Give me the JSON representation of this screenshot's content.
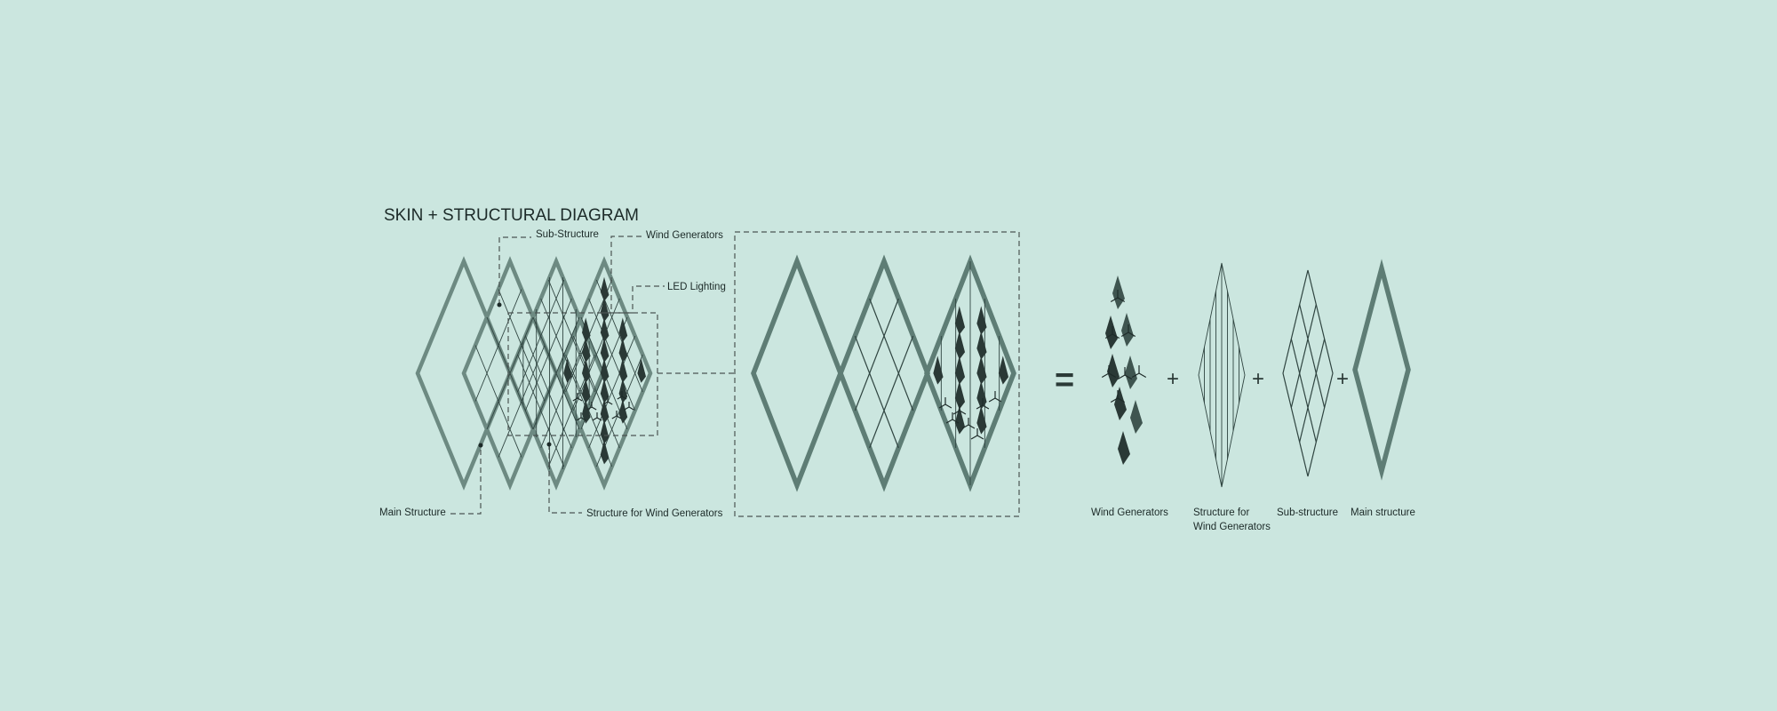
{
  "title": "SKIN + STRUCTURAL DIAGRAM",
  "labels": {
    "sub_structure": "Sub-Structure",
    "wind_generators": "Wind Generators",
    "led_lighting": "LED Lighting",
    "main_structure": "Main Structure",
    "structure_for_wind_generators": "Structure for Wind Generators"
  },
  "operators": {
    "equals": "=",
    "plus": "+"
  },
  "components": [
    {
      "label_lines": [
        "Wind Generators"
      ]
    },
    {
      "label_lines": [
        "Structure for",
        "Wind Generators"
      ]
    },
    {
      "label_lines": [
        "Sub-structure"
      ]
    },
    {
      "label_lines": [
        "Main structure"
      ]
    }
  ],
  "colors": {
    "background": "#cbe6df",
    "main_structure": "#6d8a82",
    "panel": "#2a3936",
    "leader": "#4b5553"
  }
}
